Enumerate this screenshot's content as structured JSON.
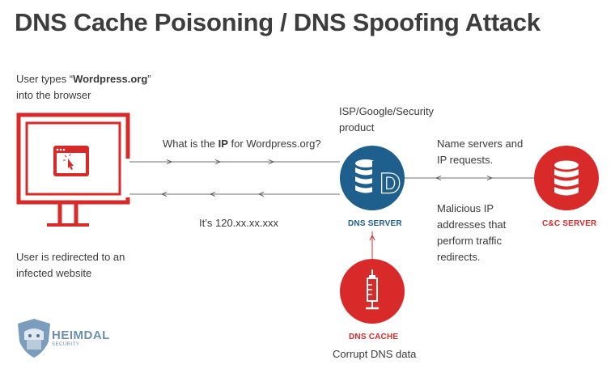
{
  "title": "DNS Cache Poisoning / DNS Spoofing Attack",
  "user": {
    "types_prefix": "User types “",
    "types_bold": "Wordpress.org",
    "types_suffix": "”",
    "types_line2": "into the browser",
    "redirect_line1": "User is redirected to an",
    "redirect_line2": "infected website"
  },
  "query": {
    "prefix": "What is the ",
    "bold": "IP",
    "suffix": " for Wordpress.org?"
  },
  "response": "It’s 120.xx.xx.xxx",
  "dns_server": {
    "provider_line1": "ISP/Google/Security",
    "provider_line2": "product",
    "label": "DNS SERVER",
    "icon_letter": "D"
  },
  "name_servers": {
    "line1": "Name servers and",
    "line2": "IP requests."
  },
  "malicious": {
    "line1": "Malicious IP",
    "line2": "addresses that",
    "line3": "perform traffic",
    "line4": "redirects."
  },
  "cc_server": {
    "label": "C&C SERVER"
  },
  "dns_cache": {
    "label": "DNS CACHE",
    "caption": "Corrupt DNS data"
  },
  "logo": {
    "name": "HEIMDAL",
    "sub": "SECURITY"
  },
  "colors": {
    "red": "#d92a2a",
    "blue": "#1e5f8e",
    "text": "#3a3a3a"
  },
  "icons": [
    "monitor-icon",
    "cursor-click-icon",
    "database-icon",
    "syringe-icon",
    "shield-logo-icon"
  ]
}
